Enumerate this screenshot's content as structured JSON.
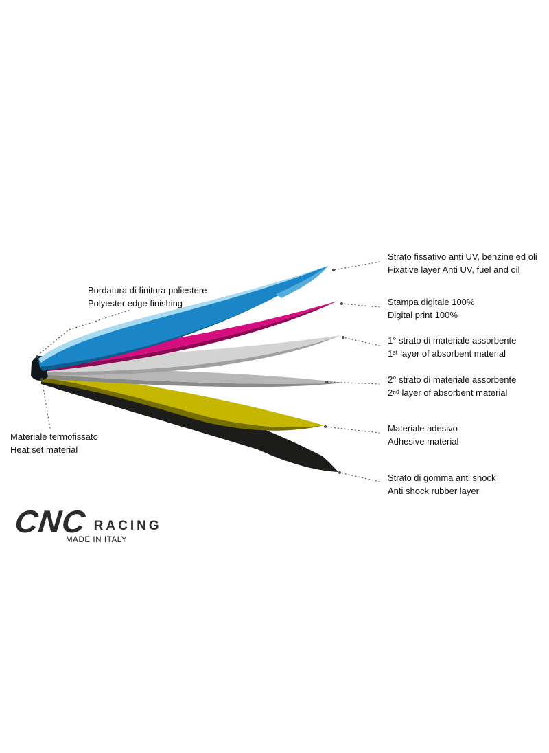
{
  "page": {
    "background": "#ffffff"
  },
  "diagram": {
    "leader_color": "#4d4d4d",
    "edge_finishing_color": "#a6dbf2",
    "stack_edge_color": "#10171c",
    "layers": [
      {
        "id": "fixative",
        "label_it": "Strato fissativo anti UV, benzine ed oli",
        "label_en": "Fixative layer Anti UV, fuel and oil",
        "color": "#1a86c8",
        "shade": "#0d5c8e",
        "highlight": "#55addc"
      },
      {
        "id": "digital-print",
        "label_it": "Stampa digitale 100%",
        "label_en": "Digital print 100%",
        "color": "#d60d7e",
        "shade": "#8e0853"
      },
      {
        "id": "absorbent-1",
        "label_it": "1° strato di materiale assorbente",
        "label_en": "1ˢᵗ layer of absorbent material",
        "color": "#d3d3d3",
        "shade": "#a0a0a0"
      },
      {
        "id": "absorbent-2",
        "label_it": "2° strato di materiale assorbente",
        "label_en": "2ⁿᵈ layer of absorbent material",
        "color": "#b7b7b7",
        "shade": "#8a8a8a"
      },
      {
        "id": "adhesive",
        "label_it": "Materiale adesivo",
        "label_en": "Adhesive material",
        "color": "#c5b600",
        "shade": "#776e00"
      },
      {
        "id": "rubber",
        "label_it": "Strato di gomma anti shock",
        "label_en": "Anti shock rubber layer",
        "color": "#1c1c1a",
        "shade": "#000000"
      }
    ],
    "callouts_left": [
      {
        "id": "edge-finishing",
        "label_it": "Bordatura di finitura poliestere",
        "label_en": "Polyester edge finishing"
      },
      {
        "id": "heat-set",
        "label_it": "Materiale termofissato",
        "label_en": "Heat set material"
      }
    ]
  },
  "branding": {
    "logo_main": "CNC",
    "logo_sub": "RACING",
    "tagline": "MADE IN ITALY"
  }
}
